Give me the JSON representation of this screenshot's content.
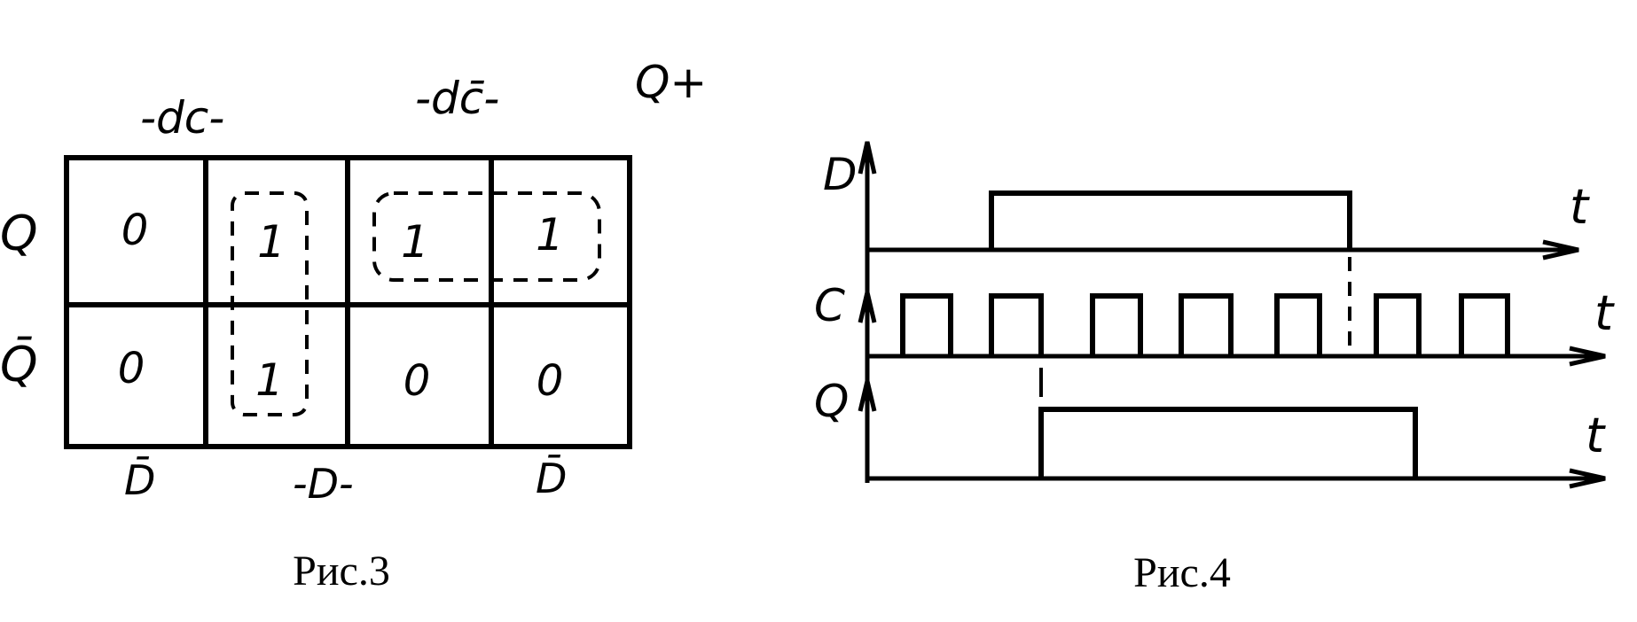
{
  "figure3": {
    "caption": "Рис.3",
    "corner_label": "Q+",
    "column_group_labels": [
      "-dc-",
      "-dc̄-"
    ],
    "row_labels": [
      "Q",
      "Q̄"
    ],
    "bottom_labels": [
      "D̄",
      "-D-",
      "D̄"
    ],
    "cells": [
      [
        "0",
        "1",
        "1",
        "1"
      ],
      [
        "0",
        "1",
        "0",
        "0"
      ]
    ]
  },
  "figure4": {
    "caption": "Рис.4",
    "signals": [
      {
        "label": "D",
        "axis": "t"
      },
      {
        "label": "C",
        "axis": "t"
      },
      {
        "label": "Q",
        "axis": "t"
      }
    ]
  }
}
